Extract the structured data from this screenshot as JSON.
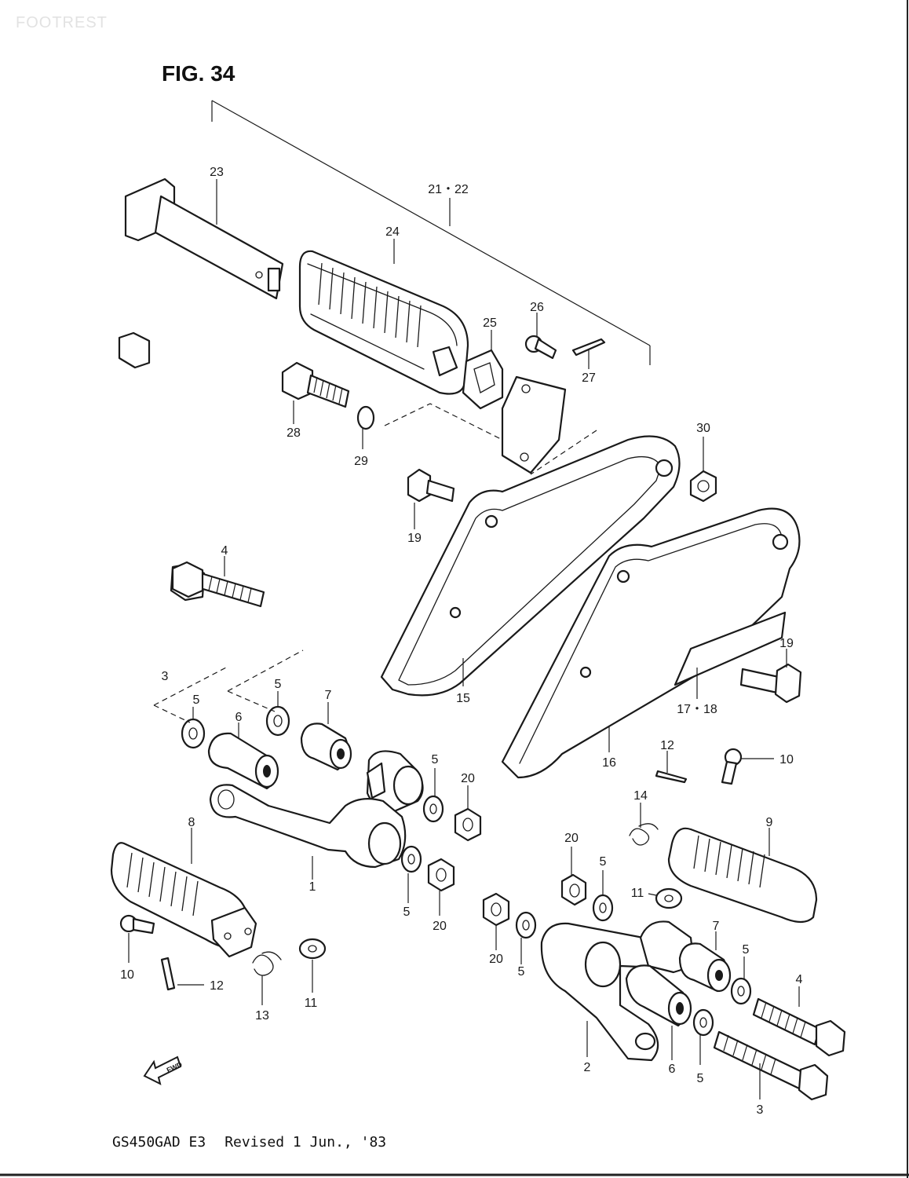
{
  "watermark": "FOOTREST",
  "figure_title": "FIG. 34",
  "footer": {
    "model": "GS450GAD E3",
    "revision": "Revised 1 Jun., '83"
  },
  "direction_arrow": "FWD",
  "callouts": {
    "c1": "1",
    "c2": "2",
    "c3a": "3",
    "c3b": "3",
    "c4a": "4",
    "c4b": "4",
    "c5a": "5",
    "c5b": "5",
    "c5c": "5",
    "c5d": "5",
    "c5e": "5",
    "c5f": "5",
    "c5g": "5",
    "c5h": "5",
    "c6a": "6",
    "c6b": "6",
    "c7a": "7",
    "c7b": "7",
    "c8": "8",
    "c9": "9",
    "c10a": "10",
    "c10b": "10",
    "c11a": "11",
    "c11b": "11",
    "c12a": "12",
    "c12b": "12",
    "c13": "13",
    "c14": "14",
    "c15": "15",
    "c16": "16",
    "c1718": "17・18",
    "c19a": "19",
    "c19b": "19",
    "c20a": "20",
    "c20b": "20",
    "c20c": "20",
    "c20d": "20",
    "c2122": "21・22",
    "c23": "23",
    "c24": "24",
    "c25": "25",
    "c26": "26",
    "c27": "27",
    "c28": "28",
    "c29": "29",
    "c30": "30"
  }
}
